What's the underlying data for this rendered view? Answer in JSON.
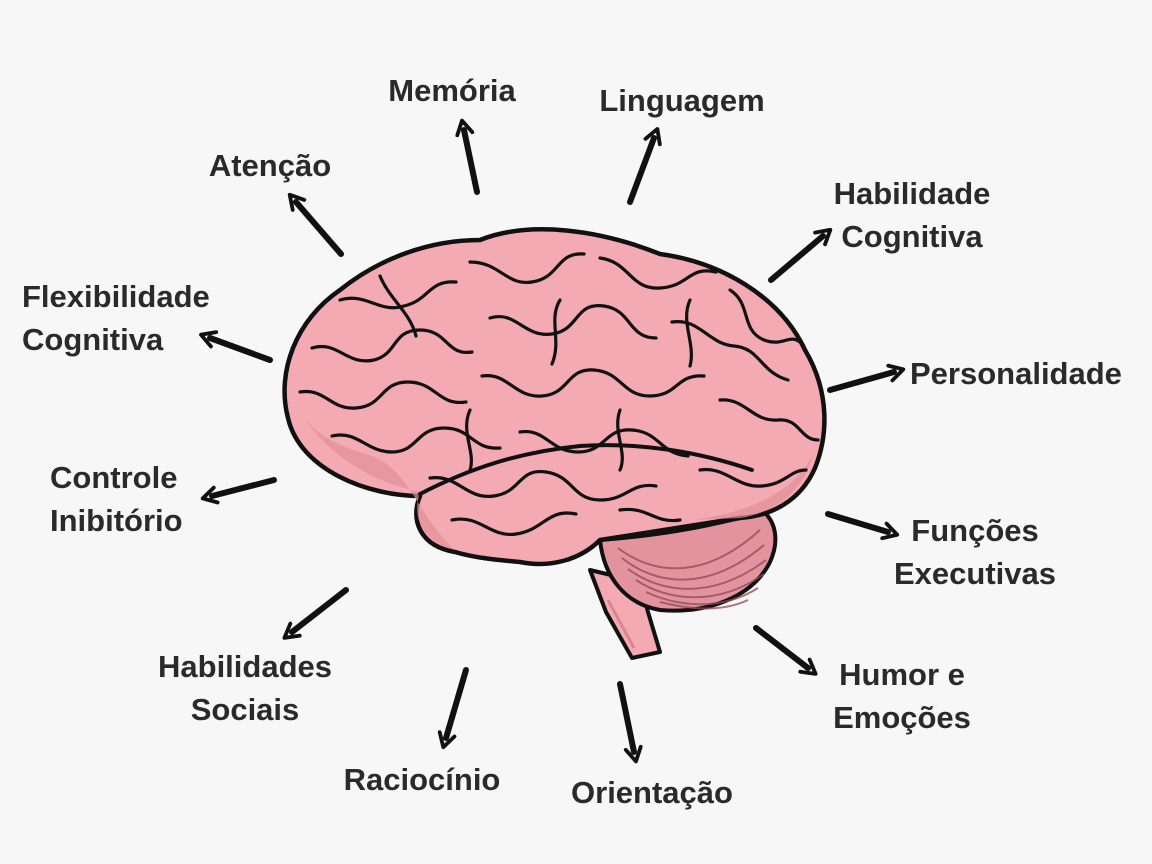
{
  "colors": {
    "background": "#f7f7f7",
    "brain_fill": "#f4aab2",
    "brain_shade": "#e08f99",
    "cerebellum_fill": "#e3939d",
    "outline": "#111111",
    "text": "#2a2a2a"
  },
  "labels": {
    "memoria": "Memória",
    "linguagem": "Linguagem",
    "atencao": "Atenção",
    "habilidade_cognitiva": [
      "Habilidade",
      "Cognitiva"
    ],
    "flexibilidade_cognitiva": [
      "Flexibilidade",
      "Cognitiva"
    ],
    "personalidade": "Personalidade",
    "controle_inibitorio": [
      "Controle",
      "Inibitório"
    ],
    "funcoes_executivas": [
      "Funções",
      "Executivas"
    ],
    "habilidades_sociais": [
      "Habilidades",
      "Sociais"
    ],
    "humor_emocoes": [
      "Humor e",
      "Emoções"
    ],
    "raciocinio": "Raciocínio",
    "orientacao": "Orientação"
  }
}
